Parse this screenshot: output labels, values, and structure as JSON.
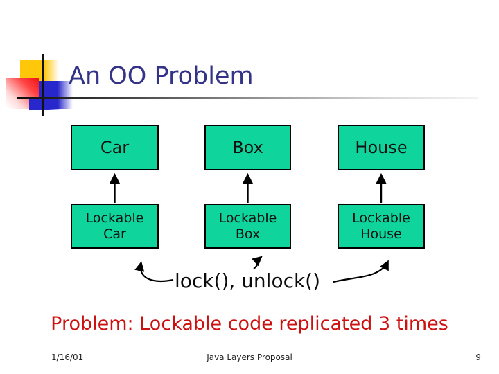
{
  "slide": {
    "title": "An OO Problem",
    "diagram": {
      "columns": [
        {
          "parent_label": "Car",
          "child_line1": "Lockable",
          "child_line2": "Car"
        },
        {
          "parent_label": "Box",
          "child_line1": "Lockable",
          "child_line2": "Box"
        },
        {
          "parent_label": "House",
          "child_line1": "Lockable",
          "child_line2": "House"
        }
      ],
      "shared_methods": "lock(), unlock()"
    },
    "problem_text": "Problem: Lockable code replicated 3 times",
    "footer": {
      "date": "1/16/01",
      "center": "Java Layers Proposal",
      "page_number": "9"
    }
  },
  "colors": {
    "box_fill": "#0FD49B",
    "box_border": "#000000",
    "title_text": "#333388",
    "problem_text": "#CC1111",
    "decoration_yellow": "#FFC70A",
    "decoration_red": "#EE1111",
    "decoration_blue": "#2727CC",
    "rule_gradient_start": "#0D0D0D",
    "rule_gradient_end": "#F3F3F3",
    "background": "#FFFFFF"
  }
}
